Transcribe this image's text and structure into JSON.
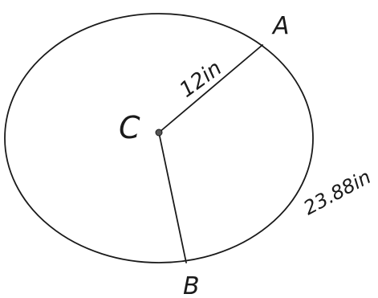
{
  "diagram": {
    "center_label": "C",
    "point_a_label": "A",
    "point_b_label": "B",
    "radius_label": "12in",
    "arc_label": "23.88in"
  },
  "colors": {
    "stroke": "#1a1a1a",
    "background": "#ffffff"
  }
}
